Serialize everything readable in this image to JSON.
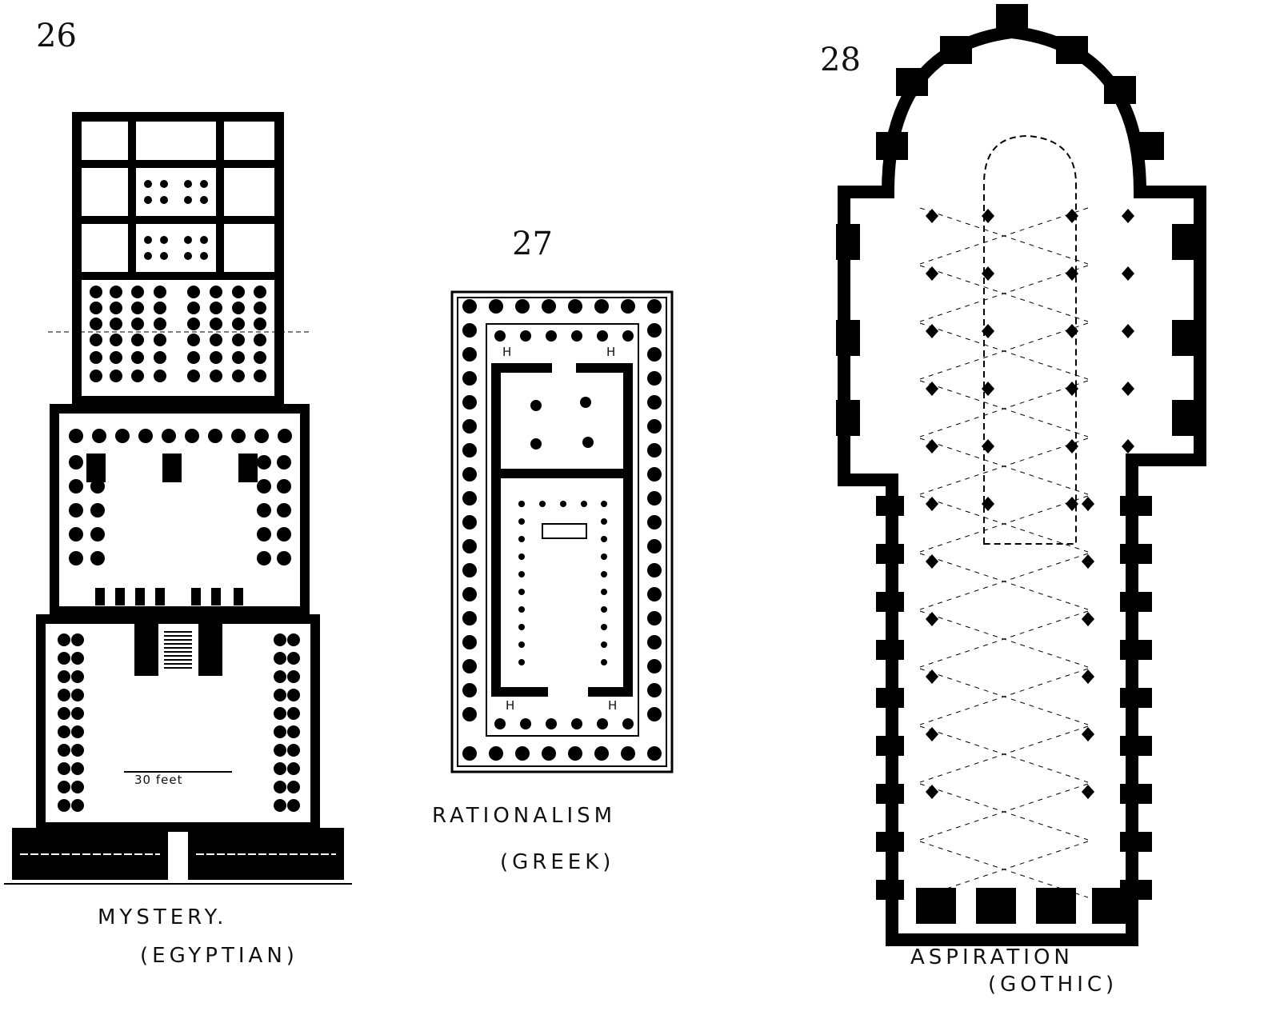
{
  "figures": [
    {
      "number": "26",
      "title": "MYSTERY.",
      "subtitle": "(EGYPTIAN)",
      "scale_label": "30 feet"
    },
    {
      "number": "27",
      "title": "RATIONALISM",
      "subtitle": "(GREEK)",
      "marker": "H"
    },
    {
      "number": "28",
      "title": "ASPIRATION",
      "subtitle": "(GOTHIC)"
    }
  ]
}
